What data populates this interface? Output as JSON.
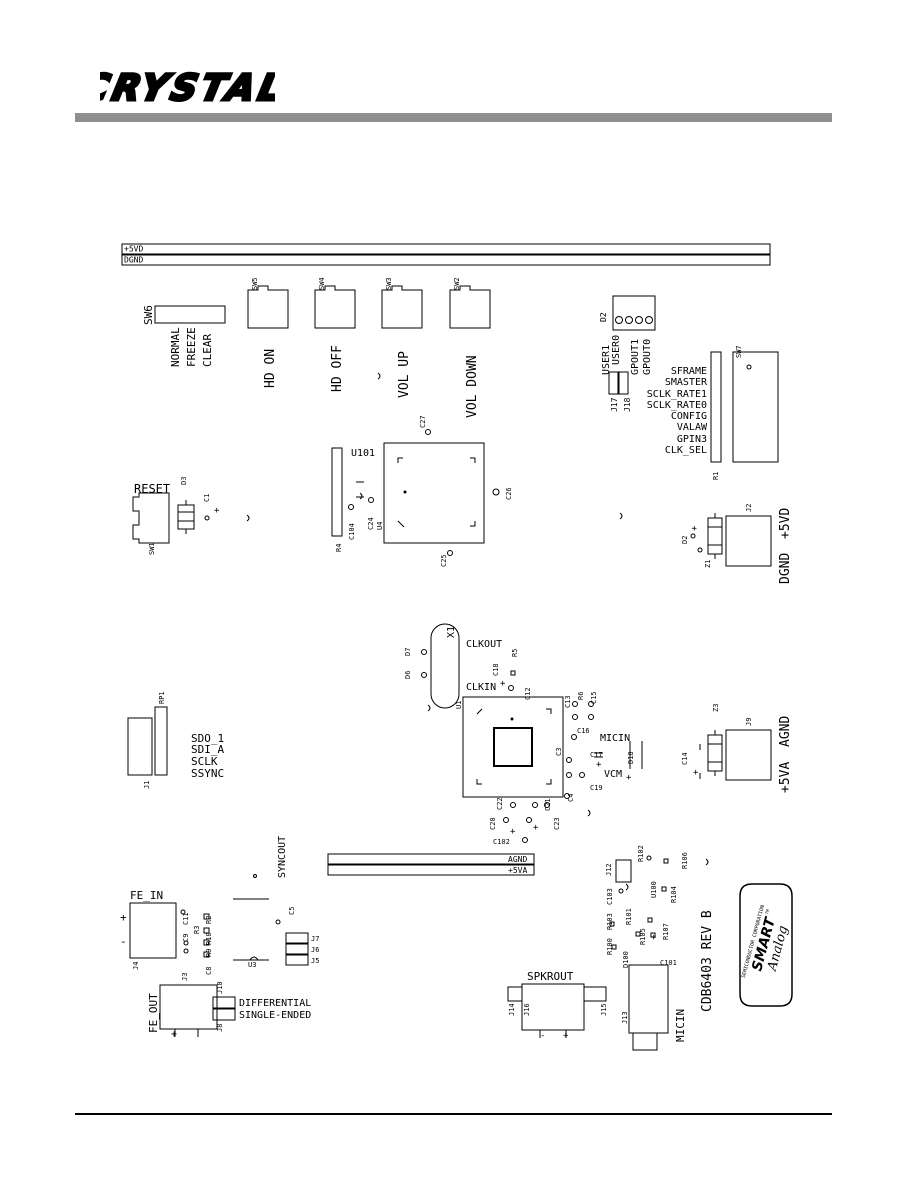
{
  "header": {
    "logo_text": "CRYSTAL"
  },
  "rails": {
    "top_5v": "+5VD",
    "top_gnd": "DGND",
    "mid_agnd": "AGND",
    "mid_5va": "+5VA"
  },
  "switches": {
    "sw6": "SW6",
    "normal": "NORMAL",
    "freeze": "FREEZE",
    "clear": "CLEAR",
    "sw5": "SW5",
    "hd_on": "HD ON",
    "sw4": "SW4",
    "hd_off": "HD OFF",
    "sw3": "SW3",
    "vol_up": "VOL UP",
    "sw2": "SW2",
    "vol_down": "VOL DOWN",
    "sw7": "SW7",
    "sw1": "SW1",
    "reset": "RESET"
  },
  "d2_header": {
    "ref": "D2",
    "user1": "USER1",
    "user0": "USER0",
    "gpout1": "GPOUT1",
    "gpout0": "GPOUT0",
    "j17": "J17",
    "j18": "J18"
  },
  "sw7_labels": [
    "SFRAME",
    "SMASTER",
    "SCLK_RATE1",
    "SCLK_RATE0",
    "CONFIG",
    "VALAW",
    "GPIN3",
    "CLK_SEL"
  ],
  "upper": {
    "u101": "U101",
    "c27": "C27",
    "c26": "C26",
    "c25": "C25",
    "c24": "C24",
    "c104": "C104",
    "u4": "U4",
    "r4": "R4",
    "d3": "D3",
    "c1": "C1",
    "r1": "R1"
  },
  "power": {
    "j2": "J2",
    "d2": "D2",
    "z1": "Z1",
    "dgnd": "DGND",
    "p5vd": "+5VD"
  },
  "codec": {
    "x1": "X1",
    "clkout": "CLKOUT",
    "clkin": "CLKIN",
    "u1": "U1",
    "d7": "D7",
    "d6": "D6",
    "r5": "R5",
    "c18": "C18",
    "c12": "C12",
    "c13": "C13",
    "r6": "R6",
    "c15": "C15",
    "c16": "C16",
    "c17": "C17",
    "micin": "MICIN",
    "vcm": "VCM",
    "c3": "C3",
    "c19": "C19",
    "d18": "D18",
    "c14": "C14",
    "c4": "C4",
    "c20": "C20",
    "c22": "C22",
    "c21": "C21",
    "c23": "C23",
    "c102": "C102"
  },
  "analog_power": {
    "j9": "J9",
    "z3": "Z3",
    "agnd": "AGND",
    "p5va": "+5VA"
  },
  "serial": {
    "rp1": "RP1",
    "j1": "J1",
    "sdo1": "SDO_1",
    "sdia": "SDI_A",
    "sclk": "SCLK",
    "ssync": "SSYNC"
  },
  "syncout": "SYNCOUT",
  "fe": {
    "fe_in": "FE_IN",
    "j4": "J4",
    "c11": "C11",
    "r3": "R3",
    "r2": "R2",
    "r10": "R10",
    "r9": "R9",
    "c8": "C8",
    "c9": "C9",
    "c5": "C5",
    "j7": "J7",
    "j6": "J6",
    "j5": "J5",
    "u3": "U3",
    "fe_out": "FE_OUT",
    "j3": "J3",
    "j10": "J10",
    "j8": "J8",
    "differential": "DIFFERENTIAL",
    "single_ended": "SINGLE-ENDED"
  },
  "speaker": {
    "spkrout": "SPKROUT",
    "j14": "J14",
    "j16": "J16",
    "j15": "J15",
    "j13": "J13",
    "micin": "MICIN",
    "j12": "J12",
    "c103": "C103",
    "r103": "R103",
    "r102": "R102",
    "r101": "R101",
    "r100": "R100",
    "r105": "R105",
    "r104": "R104",
    "r106": "R106",
    "r107": "R107",
    "u100": "U100",
    "d100": "D100",
    "c101": "C101"
  },
  "board_id": "CDB6403 REV B",
  "brand": {
    "company": "SEMICONDUCTOR CORPORATION",
    "tm": "TM",
    "smart": "SMART",
    "analog": "Analog"
  },
  "polarity": {
    "plus": "+",
    "minus": "-"
  },
  "colors": {
    "ink": "#000000",
    "rule": "#8f8f8f",
    "paper": "#ffffff"
  }
}
